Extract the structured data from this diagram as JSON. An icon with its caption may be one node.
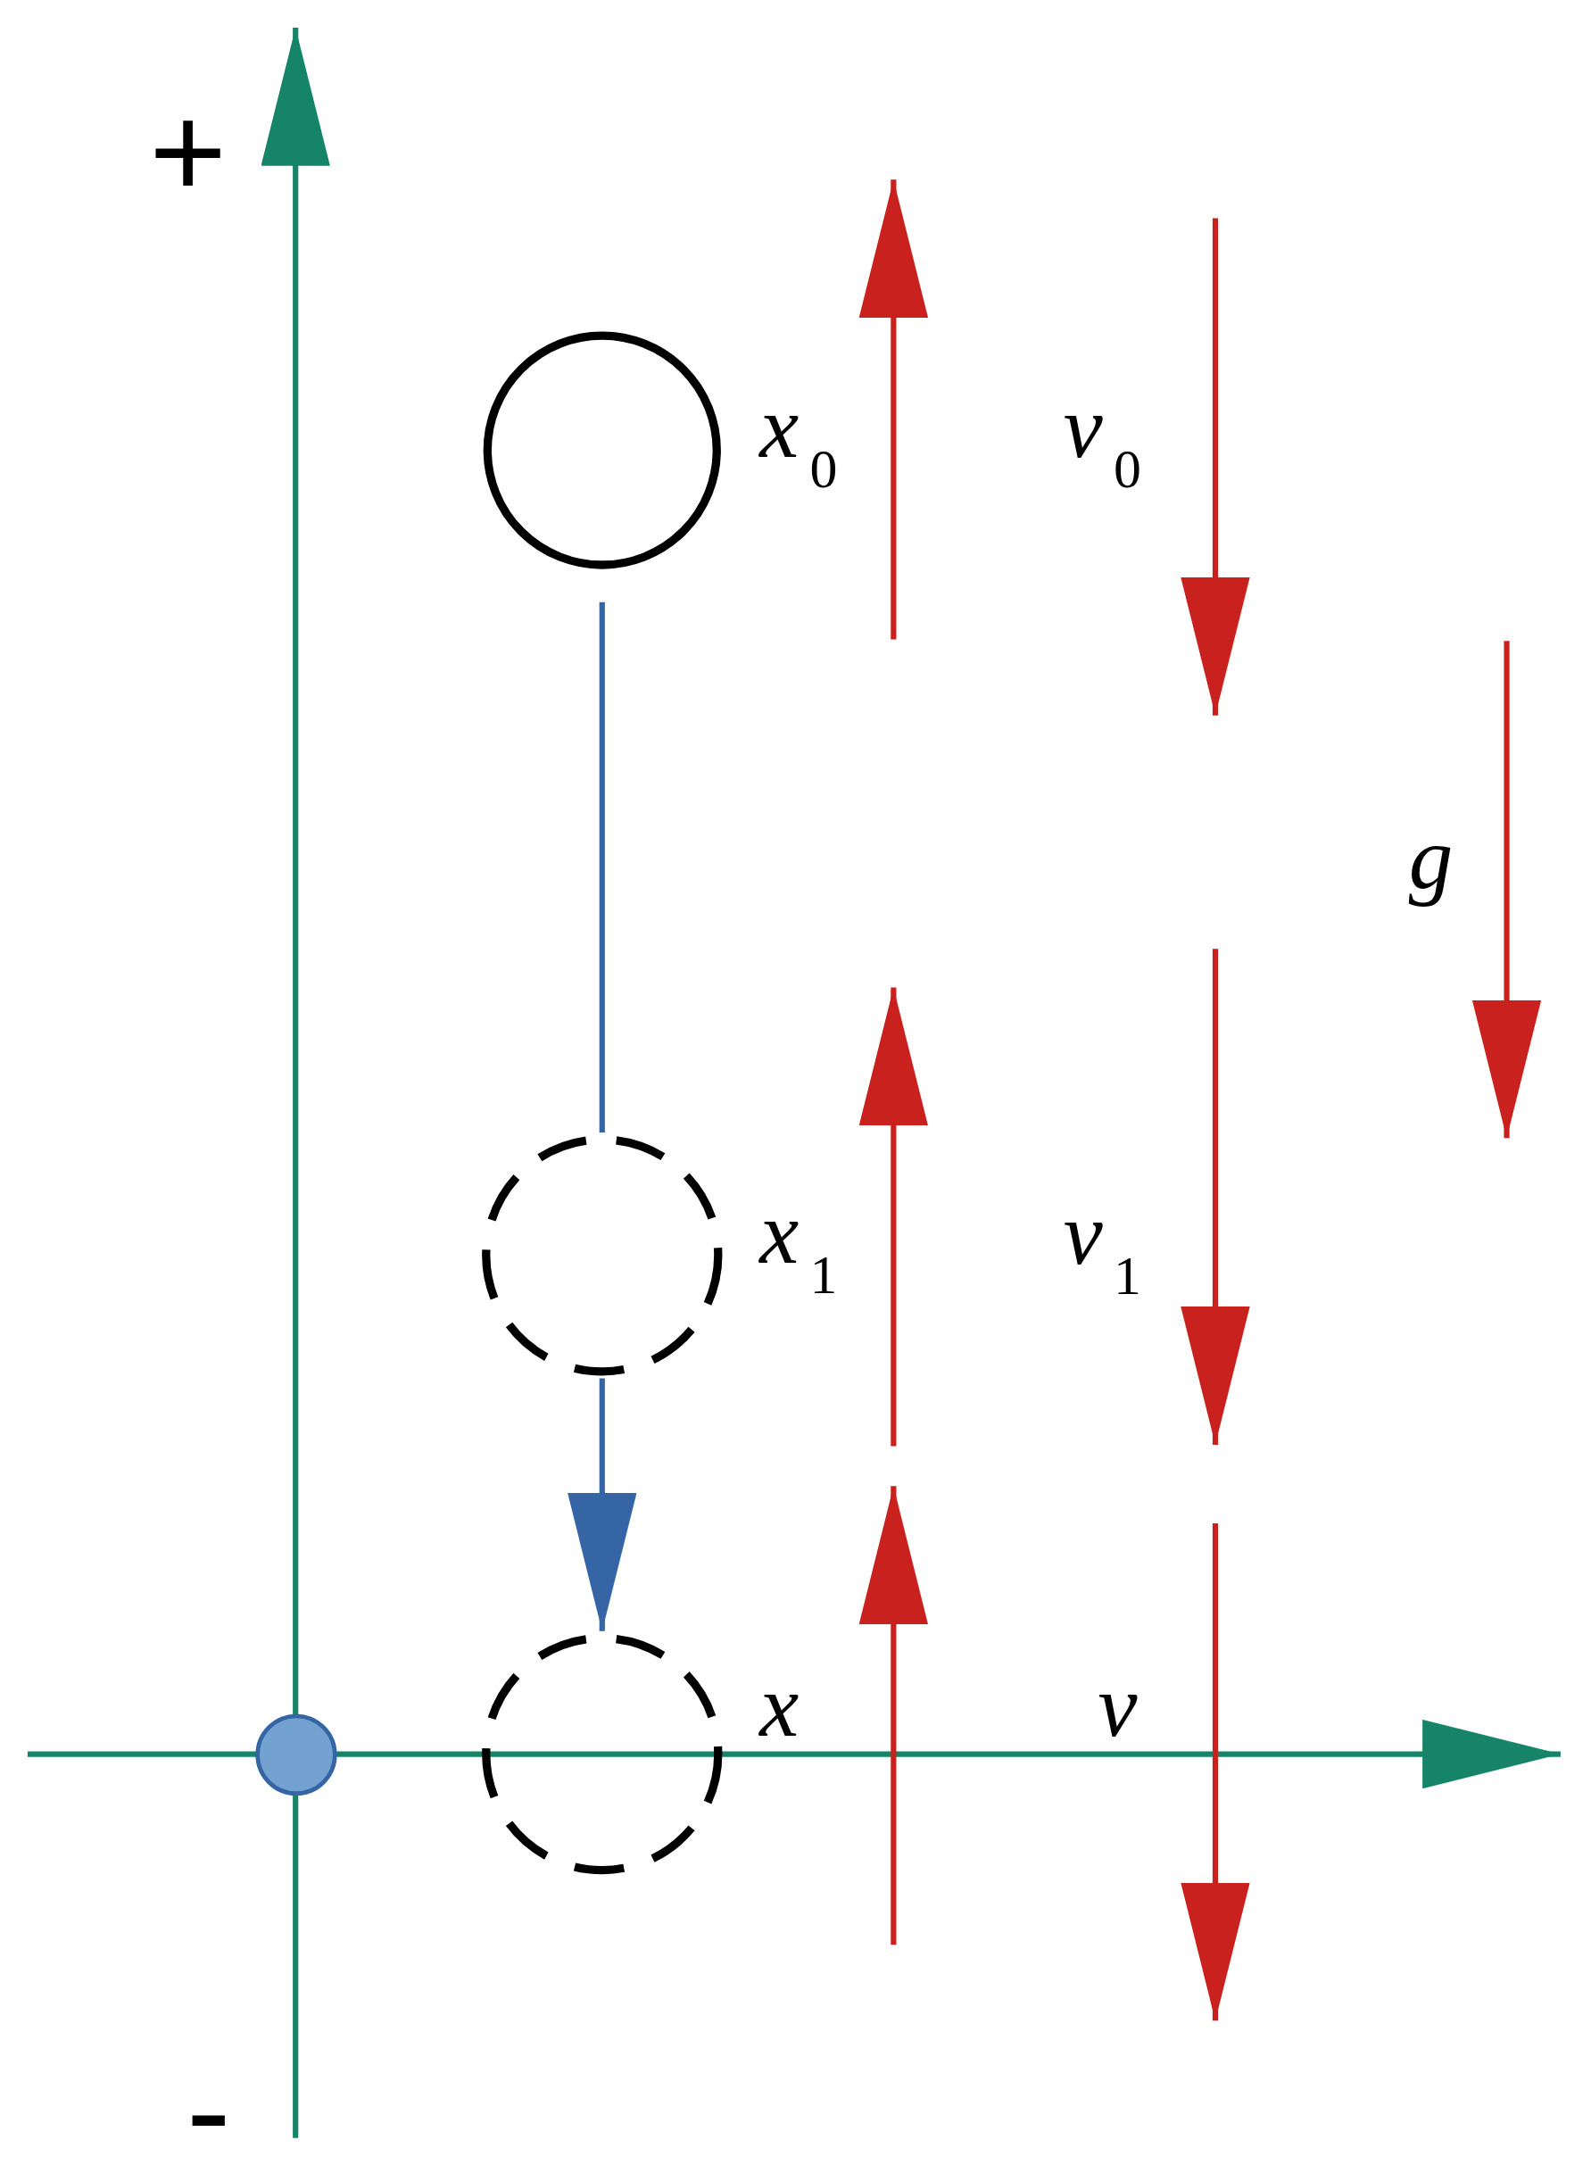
{
  "diagram": {
    "nodes": [
      {
        "text": [],
        "shape": "circle",
        "beside": [
          "x$_{0}$"
        ]
      },
      {
        "text": [],
        "shape": "circle",
        "beside": [
          "x$_{1}$"
        ]
      },
      {
        "text": [],
        "shape": "circle",
        "beside": [
          "x"
        ]
      },
      {
        "text": [],
        "shape": "circle"
      }
    ],
    "edges": [
      {
        "from": 0,
        "to": 1,
        "arrow": "none"
      },
      {
        "from": 1,
        "to": 2,
        "arrow": "to"
      }
    ],
    "labels": [
      "+",
      "v$_{0}$",
      "g",
      "v$_{1}$",
      "v",
      "-"
    ]
  }
}
